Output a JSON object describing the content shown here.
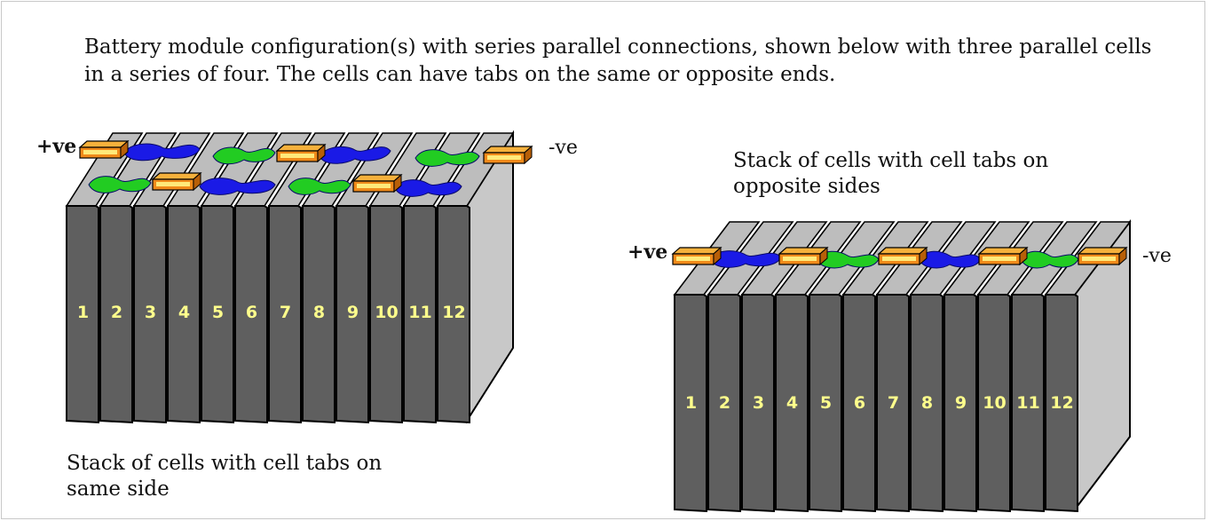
{
  "intro_text": "Battery module configuration(s) with series parallel connections, shown below with three parallel cells in a series of four. The cells can have tabs on the same or opposite ends.",
  "left_module": {
    "positive_label": "+ve",
    "negative_label": "-ve",
    "caption_line1": "Stack of cells with cell tabs on",
    "caption_line2": "same side",
    "cell_numbers": [
      "1",
      "2",
      "3",
      "4",
      "5",
      "6",
      "7",
      "8",
      "9",
      "10",
      "11",
      "12"
    ]
  },
  "right_module": {
    "caption_line1": "Stack of cells with cell tabs on",
    "caption_line2": "opposite sides",
    "positive_label": "+ve",
    "negative_label": "-ve",
    "cell_numbers": [
      "1",
      "2",
      "3",
      "4",
      "5",
      "6",
      "7",
      "8",
      "9",
      "10",
      "11",
      "12"
    ]
  },
  "colors": {
    "cell_front": "#5f5f5f",
    "cell_top": "#bdbdbd",
    "cell_side": "#c8c8c8",
    "number": "#ffff8c",
    "busbar_orange": "#f08a1a",
    "busbar_yellow": "#ffe97a",
    "link_blue": "#1a1ae6",
    "link_green": "#22cc22"
  }
}
